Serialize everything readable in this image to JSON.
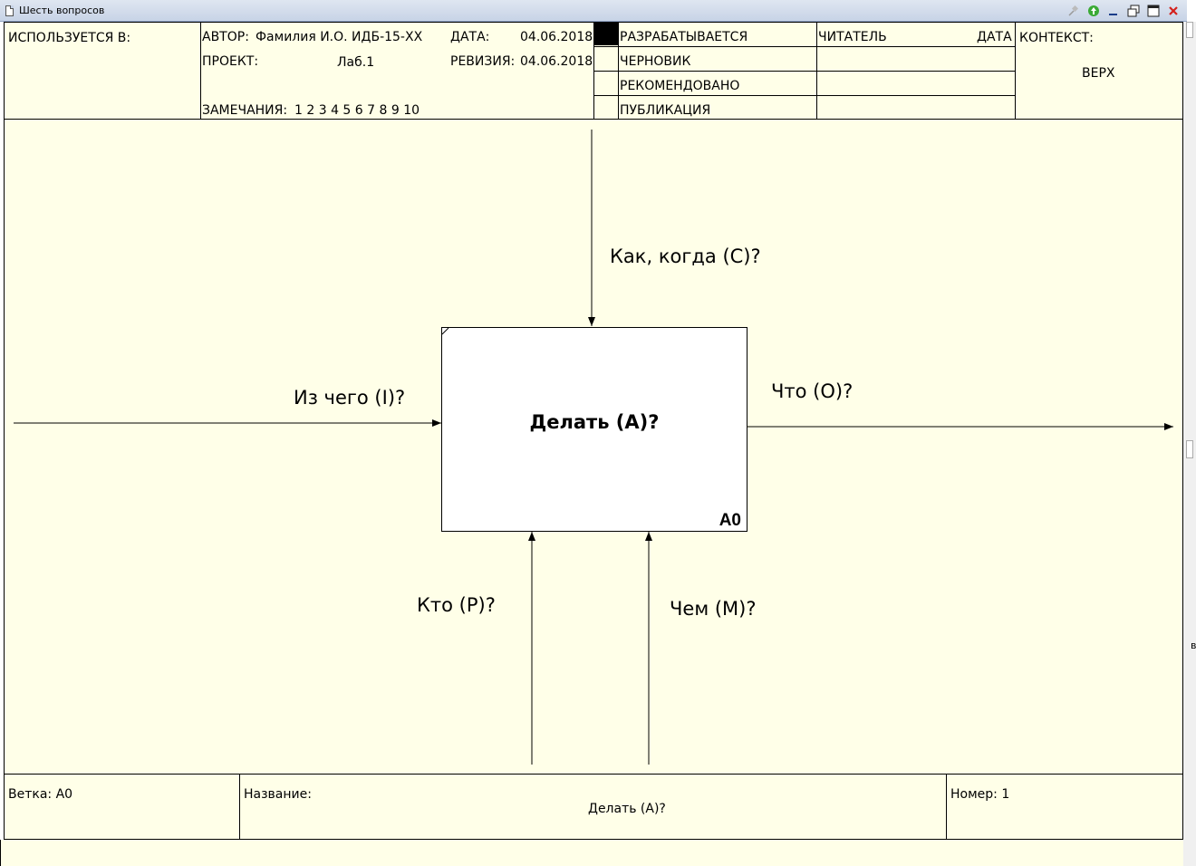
{
  "window": {
    "title": "Шесть вопросов"
  },
  "header": {
    "used_in_label": "ИСПОЛЬЗУЕТСЯ В:",
    "author_label": "АВТОР:",
    "author_value": "Фамилия И.О. ИДБ-15-ХХ",
    "date_label": "ДАТА:",
    "date_value": "04.06.2018",
    "project_label": "ПРОЕКТ:",
    "project_value": "Лаб.1",
    "revision_label": "РЕВИЗИЯ:",
    "revision_value": "04.06.2018",
    "notes_label": "ЗАМЕЧАНИЯ:",
    "notes_value": "1 2 3 4 5 6 7 8 9 10",
    "status": [
      "РАЗРАБАТЫВАЕТСЯ",
      "ЧЕРНОВИК",
      "РЕКОМЕНДОВАНО",
      "ПУБЛИКАЦИЯ"
    ],
    "reader_label": "ЧИТАТЕЛЬ",
    "reader_date_label": "ДАТА",
    "context_label": "КОНТЕКСТ:",
    "context_value": "ВЕРХ"
  },
  "diagram": {
    "box_title": "Делать (А)?",
    "box_number": "A0",
    "control_label": "Как, когда (С)?",
    "input_label": "Из чего (I)?",
    "output_label": "Что (О)?",
    "mechanism_who_label": "Кто (Р)?",
    "mechanism_with_label": "Чем (M)?"
  },
  "footer": {
    "node_label": "Ветка: A0",
    "title_label": "Название:",
    "title_value": "Делать (А)?",
    "number_label": "Номер: 1"
  },
  "side": {
    "letter": "в"
  }
}
